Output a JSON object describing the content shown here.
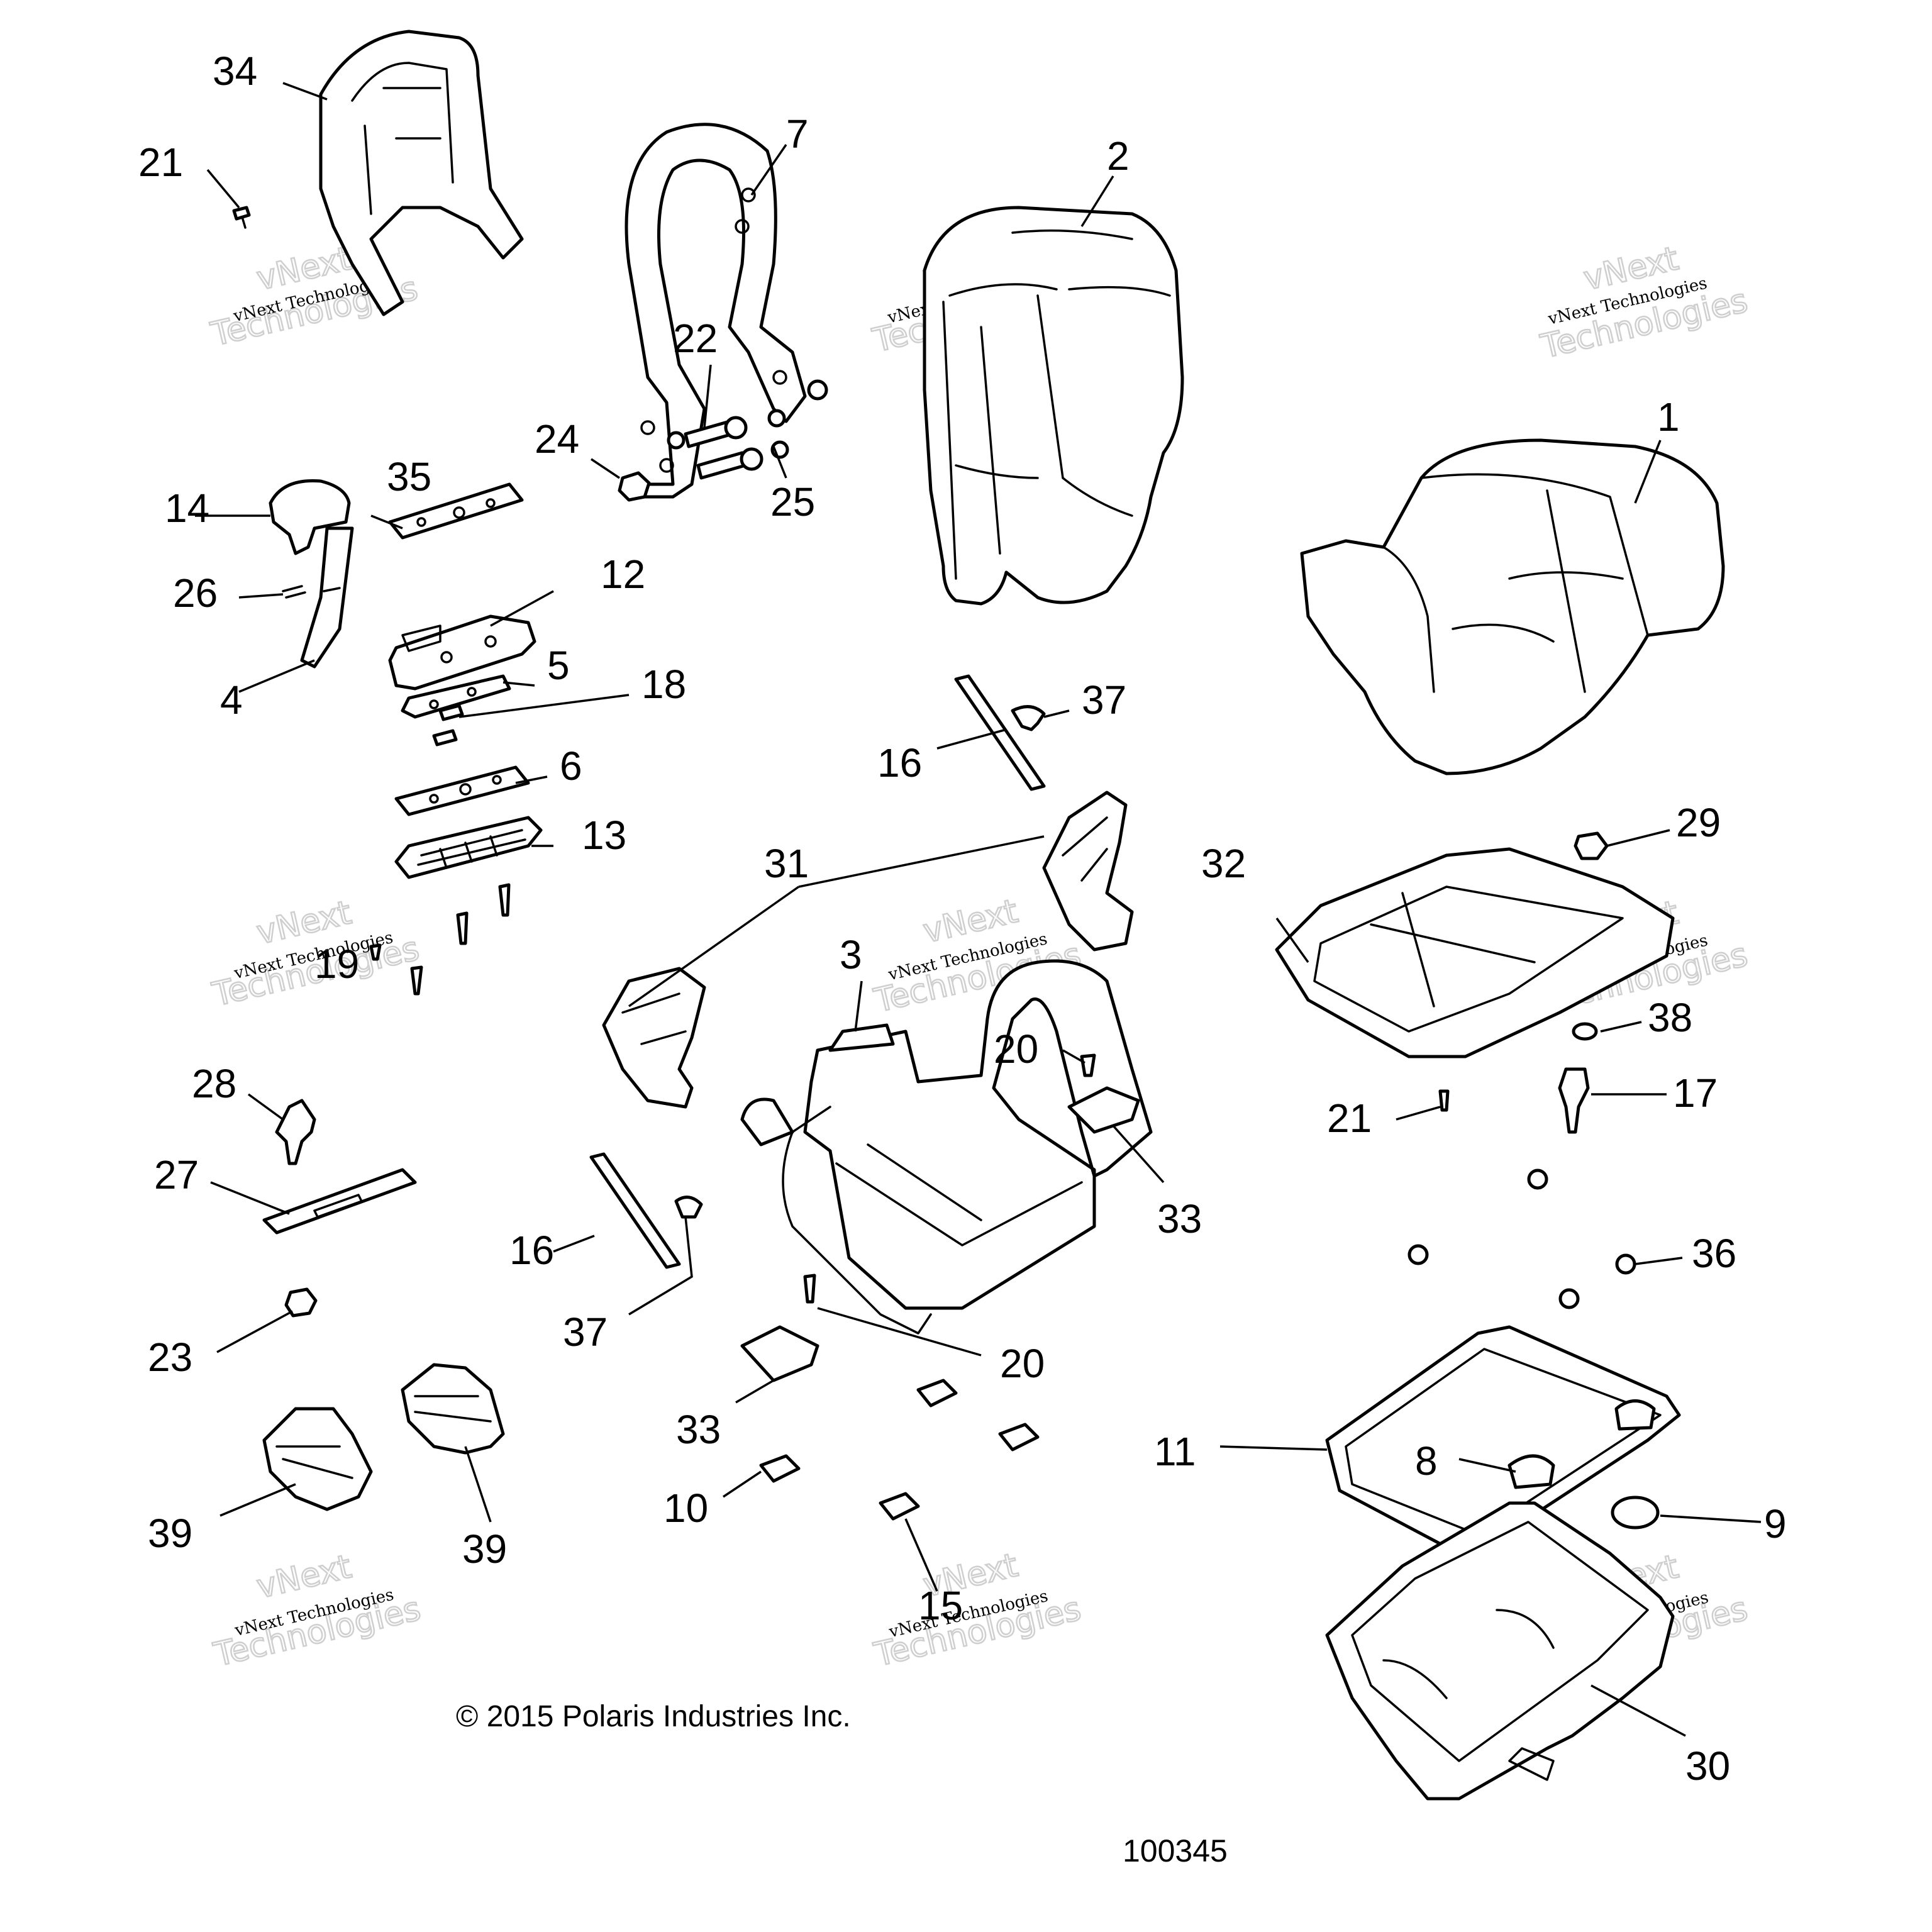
{
  "diagram": {
    "copyright": "© 2015 Polaris Industries Inc.",
    "diagram_id": "100345",
    "watermark": {
      "line1": "vNext Technologies",
      "line2": "vNext",
      "line3": "Technologies"
    },
    "callouts": {
      "c34": "34",
      "c21a": "21",
      "c7": "7",
      "c2": "2",
      "c22": "22",
      "c24": "24",
      "c25": "25",
      "c1": "1",
      "c35": "35",
      "c14": "14",
      "c12": "12",
      "c26": "26",
      "c5": "5",
      "c4": "4",
      "c18": "18",
      "c6": "6",
      "c13": "13",
      "c37a": "37",
      "c16a": "16",
      "c31": "31",
      "c29": "29",
      "c32": "32",
      "c3": "3",
      "c19": "19",
      "c38": "38",
      "c20a": "20",
      "c28": "28",
      "c17": "17",
      "c21b": "21",
      "c27": "27",
      "c33a": "33",
      "c16b": "16",
      "c36": "36",
      "c37b": "37",
      "c23": "23",
      "c20b": "20",
      "c33b": "33",
      "c11": "11",
      "c8": "8",
      "c10": "10",
      "c9": "9",
      "c39a": "39",
      "c39b": "39",
      "c15": "15",
      "c30": "30"
    }
  }
}
